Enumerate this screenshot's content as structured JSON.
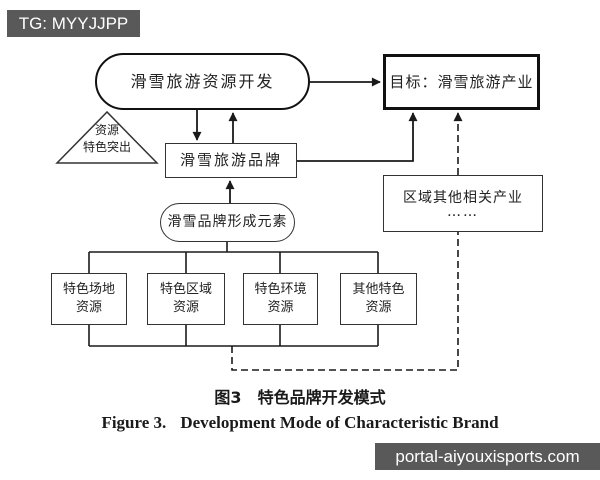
{
  "watermarks": {
    "tg_badge": "TG: MYYJJPP",
    "site_badge": "portal-aiyouxisports.com"
  },
  "colors": {
    "badge_background": "#595959",
    "line_color": "#222222",
    "background": "#ffffff"
  },
  "diagram": {
    "nodes": {
      "resource_dev": "滑雪旅游资源开发",
      "goal": "目标：滑雪旅游产业",
      "triangle": {
        "line1": "资源",
        "line2": "特色突出"
      },
      "brand": "滑雪旅游品牌",
      "brand_elements": "滑雪品牌形成元素",
      "other_industries": {
        "line1": "区域其他相关产业",
        "line2": "……"
      },
      "resource_boxes": [
        {
          "line1": "特色场地",
          "line2": "资源"
        },
        {
          "line1": "特色区域",
          "line2": "资源"
        },
        {
          "line1": "特色环境",
          "line2": "资源"
        },
        {
          "line1": "其他特色",
          "line2": "资源"
        }
      ]
    },
    "edges": [
      {
        "from": "滑雪旅游资源开发",
        "to": "目标：滑雪旅游产业",
        "style": "solid-arrow"
      },
      {
        "from": "滑雪旅游资源开发",
        "to": "滑雪旅游品牌",
        "style": "solid-arrow-down"
      },
      {
        "from": "滑雪旅游品牌",
        "to": "滑雪旅游资源开发",
        "style": "solid-arrow-up"
      },
      {
        "from": "滑雪品牌形成元素",
        "to": "滑雪旅游品牌",
        "style": "solid-arrow-up"
      },
      {
        "from": "滑雪旅游品牌",
        "to": "目标：滑雪旅游产业",
        "style": "solid-arrow-elbow"
      },
      {
        "from": "区域其他相关产业……",
        "to": "目标：滑雪旅游产业",
        "style": "dashed-arrow-up"
      },
      {
        "from": "滑雪品牌形成元素",
        "to": "四个特色资源框",
        "style": "bracket-connector"
      },
      {
        "from": "四个特色资源框",
        "to": "区域其他相关产业……",
        "style": "dashed-connector"
      }
    ]
  },
  "caption": {
    "zh_label": "图3",
    "zh_title": "特色品牌开发模式",
    "en_label": "Figure 3.",
    "en_title": "Development Mode of Characteristic Brand"
  }
}
